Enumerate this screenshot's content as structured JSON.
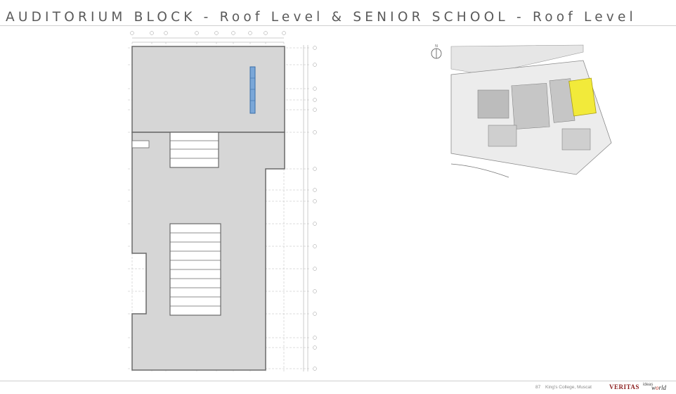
{
  "page": {
    "title": "AUDITORIUM BLOCK - Roof Level & SENIOR SCHOOL - Roof Level"
  },
  "footer": {
    "page_number": "87",
    "school": "King's College, Muscat",
    "brand": "VERITAS",
    "partner_prefix": "ideas",
    "partner_word_a": "w",
    "partner_word_o": "o",
    "partner_word_b": "rld"
  },
  "plan": {
    "fill_color": "#d6d6d6",
    "outline_color": "#6a6a6a",
    "panel_color": "#7aa7d8",
    "stair_rows_upper": 4,
    "stair_rows_lower": 10
  },
  "keymap": {
    "north_label": "N",
    "highlight_color": "#f2ea3a"
  }
}
